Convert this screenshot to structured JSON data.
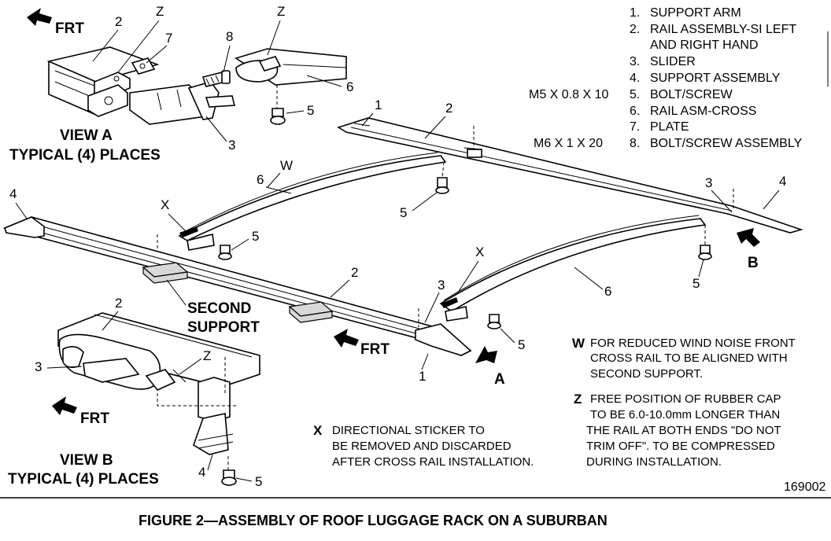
{
  "legend": {
    "items": [
      {
        "num": "1.",
        "text": "SUPPORT ARM"
      },
      {
        "num": "2.",
        "text": "RAIL ASSEMBLY-SI LEFT"
      },
      {
        "num": "",
        "text": "AND RIGHT HAND"
      },
      {
        "num": "3.",
        "text": "SLIDER"
      },
      {
        "num": "4.",
        "text": "SUPPORT ASSEMBLY"
      },
      {
        "num": "5.",
        "text": "BOLT/SCREW"
      },
      {
        "num": "6.",
        "text": "RAIL ASM-CROSS"
      },
      {
        "num": "7.",
        "text": "PLATE"
      },
      {
        "num": "8.",
        "text": "BOLT/SCREW ASSEMBLY"
      }
    ],
    "spec_5": "M5 X 0.8 X 10",
    "spec_8": "M6 X 1 X 20"
  },
  "labels": {
    "frt": "FRT",
    "view_a_1": "VIEW A",
    "view_a_2": "TYPICAL (4) PLACES",
    "view_b_1": "VIEW B",
    "view_b_2": "TYPICAL (4) PLACES",
    "second_support_1": "SECOND",
    "second_support_2": "SUPPORT",
    "arrow_a": "A",
    "arrow_b": "B",
    "w": "W",
    "x": "X",
    "z": "Z",
    "n1": "1",
    "n2": "2",
    "n3": "3",
    "n4": "4",
    "n5": "5",
    "n6": "6",
    "n7": "7",
    "n8": "8"
  },
  "notes": {
    "w_key": "W",
    "w_lines": [
      "FOR REDUCED WIND NOISE FRONT",
      "CROSS RAIL TO BE ALIGNED WITH",
      "SECOND SUPPORT."
    ],
    "z_key": "Z",
    "z_lines": [
      "FREE POSITION OF RUBBER CAP",
      "TO BE 6.0-10.0mm LONGER THAN",
      "THE RAIL AT BOTH ENDS \"DO NOT",
      "TRIM OFF\". TO BE COMPRESSED",
      "DURING INSTALLATION."
    ],
    "x_key": "X",
    "x_lines": [
      "DIRECTIONAL STICKER TO",
      "BE REMOVED AND DISCARDED",
      "AFTER CROSS RAIL INSTALLATION."
    ]
  },
  "figure_id": "169002",
  "caption": "FIGURE 2—ASSEMBLY OF ROOF LUGGAGE RACK ON A SUBURBAN"
}
